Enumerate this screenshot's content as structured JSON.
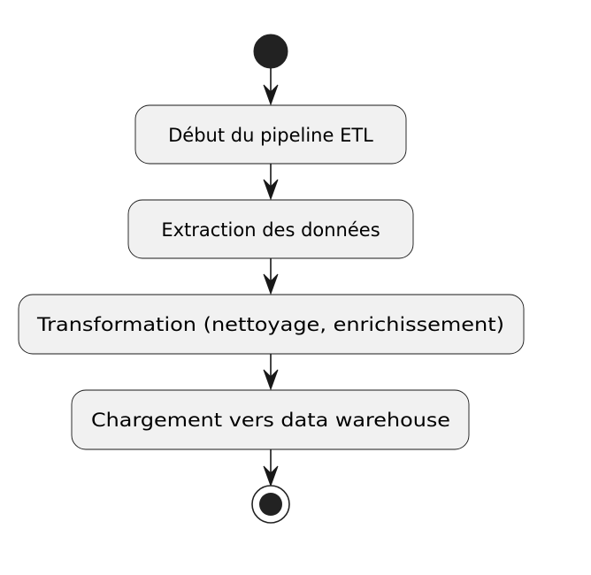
{
  "diagram": {
    "type": "activity",
    "nodes": [
      {
        "id": "start",
        "kind": "start"
      },
      {
        "id": "a1",
        "kind": "action",
        "label": "Début du pipeline ETL"
      },
      {
        "id": "a2",
        "kind": "action",
        "label": "Extraction des données"
      },
      {
        "id": "a3",
        "kind": "action",
        "label": "Transformation (nettoyage, enrichissement)"
      },
      {
        "id": "a4",
        "kind": "action",
        "label": "Chargement vers data warehouse"
      },
      {
        "id": "stop",
        "kind": "stop"
      }
    ],
    "edges": [
      {
        "from": "start",
        "to": "a1"
      },
      {
        "from": "a1",
        "to": "a2"
      },
      {
        "from": "a2",
        "to": "a3"
      },
      {
        "from": "a3",
        "to": "a4"
      },
      {
        "from": "a4",
        "to": "stop"
      }
    ],
    "colors": {
      "node_fill": "#f1f1f1",
      "stroke": "#181818",
      "start_fill": "#222222",
      "text": "#000000"
    }
  }
}
